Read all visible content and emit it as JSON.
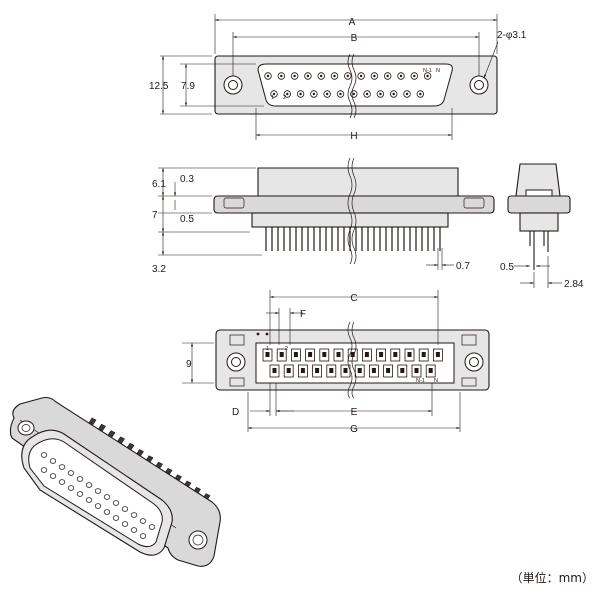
{
  "dimensions": {
    "A": "A",
    "B": "B",
    "H": "H",
    "C": "C",
    "F": "F",
    "D": "D",
    "E": "E",
    "G": "G",
    "hole": "2-φ3.1",
    "h12_5": "12.5",
    "h7_9": "7.9",
    "v6_1": "6.1",
    "v0_3": "0.3",
    "v7": "7",
    "v0_5": "0.5",
    "v3_2": "3.2",
    "w0_7": "0.7",
    "w0_5": "0.5",
    "w2_84": "2.84",
    "h9": "9"
  },
  "pin_labels": {
    "one": "1",
    "two": "2",
    "n": "N",
    "n1": "N-1"
  },
  "unit_note": "（単位：mm）"
}
